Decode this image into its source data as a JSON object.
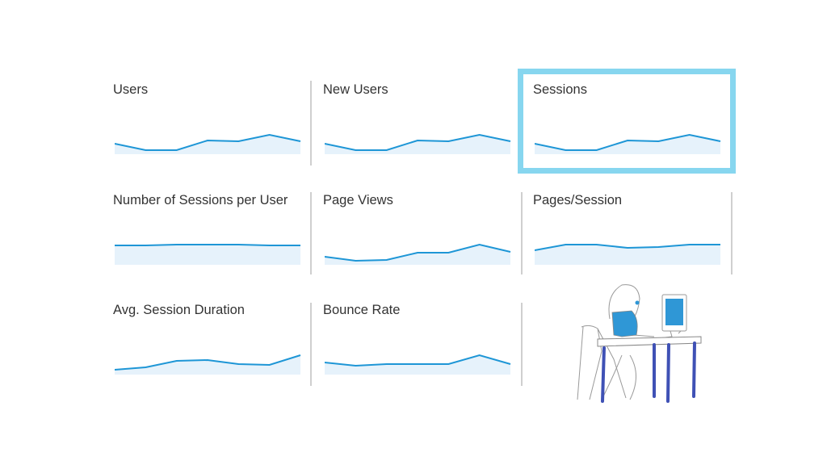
{
  "colors": {
    "line": "#1e96d6",
    "fill": "#e6f2fb",
    "highlight": "#87d6ef",
    "divider": "#cfcfcf",
    "leg": "#3f51b5",
    "shirt": "#2f97d6"
  },
  "metrics": [
    {
      "title": "Users",
      "values": [
        13,
        5,
        5,
        17,
        16,
        24,
        16
      ]
    },
    {
      "title": "New Users",
      "values": [
        13,
        5,
        5,
        17,
        16,
        24,
        16
      ]
    },
    {
      "title": "Sessions",
      "values": [
        13,
        5,
        5,
        17,
        16,
        24,
        16
      ],
      "highlighted": true
    },
    {
      "title": "Number of Sessions per User",
      "values": [
        24,
        24,
        25,
        25,
        25,
        24,
        24
      ]
    },
    {
      "title": "Page Views",
      "values": [
        10,
        5,
        6,
        15,
        15,
        25,
        16
      ]
    },
    {
      "title": "Pages/Session",
      "values": [
        18,
        25,
        25,
        21,
        22,
        25,
        25
      ]
    },
    {
      "title": "Avg. Session Duration",
      "values": [
        6,
        9,
        17,
        18,
        13,
        12,
        24
      ]
    },
    {
      "title": "Bounce Rate",
      "values": [
        15,
        11,
        13,
        13,
        13,
        24,
        13
      ]
    }
  ],
  "sparkline_max": 41
}
